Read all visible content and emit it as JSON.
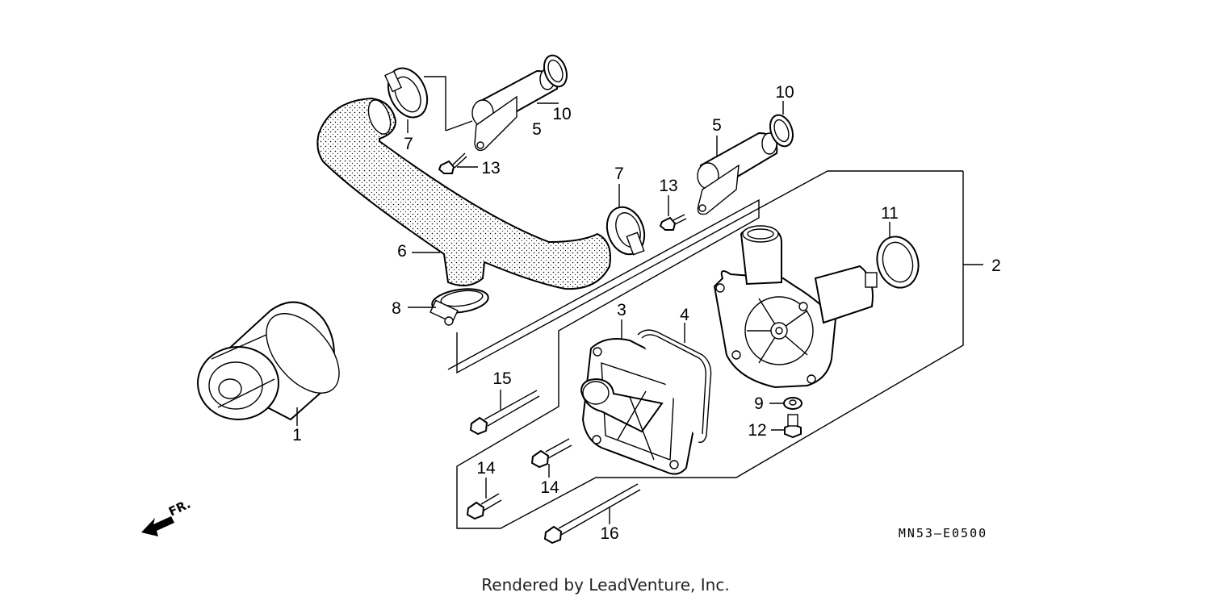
{
  "callouts": [
    {
      "id": "p1",
      "text": "1"
    },
    {
      "id": "p2",
      "text": "2"
    },
    {
      "id": "p3",
      "text": "3"
    },
    {
      "id": "p4",
      "text": "4"
    },
    {
      "id": "p5a",
      "text": "5"
    },
    {
      "id": "p5b",
      "text": "5"
    },
    {
      "id": "p6",
      "text": "6"
    },
    {
      "id": "p7a",
      "text": "7"
    },
    {
      "id": "p7b",
      "text": "7"
    },
    {
      "id": "p8",
      "text": "8"
    },
    {
      "id": "p9",
      "text": "9"
    },
    {
      "id": "p10a",
      "text": "10"
    },
    {
      "id": "p10b",
      "text": "10"
    },
    {
      "id": "p11",
      "text": "11"
    },
    {
      "id": "p12",
      "text": "12"
    },
    {
      "id": "p13a",
      "text": "13"
    },
    {
      "id": "p13b",
      "text": "13"
    },
    {
      "id": "p14a",
      "text": "14"
    },
    {
      "id": "p14b",
      "text": "14"
    },
    {
      "id": "p15",
      "text": "15"
    },
    {
      "id": "p16",
      "text": "16"
    }
  ],
  "diagram_code": "MN53–E0500",
  "front_marker": "FR.",
  "footer": "Rendered by LeadVenture, Inc."
}
